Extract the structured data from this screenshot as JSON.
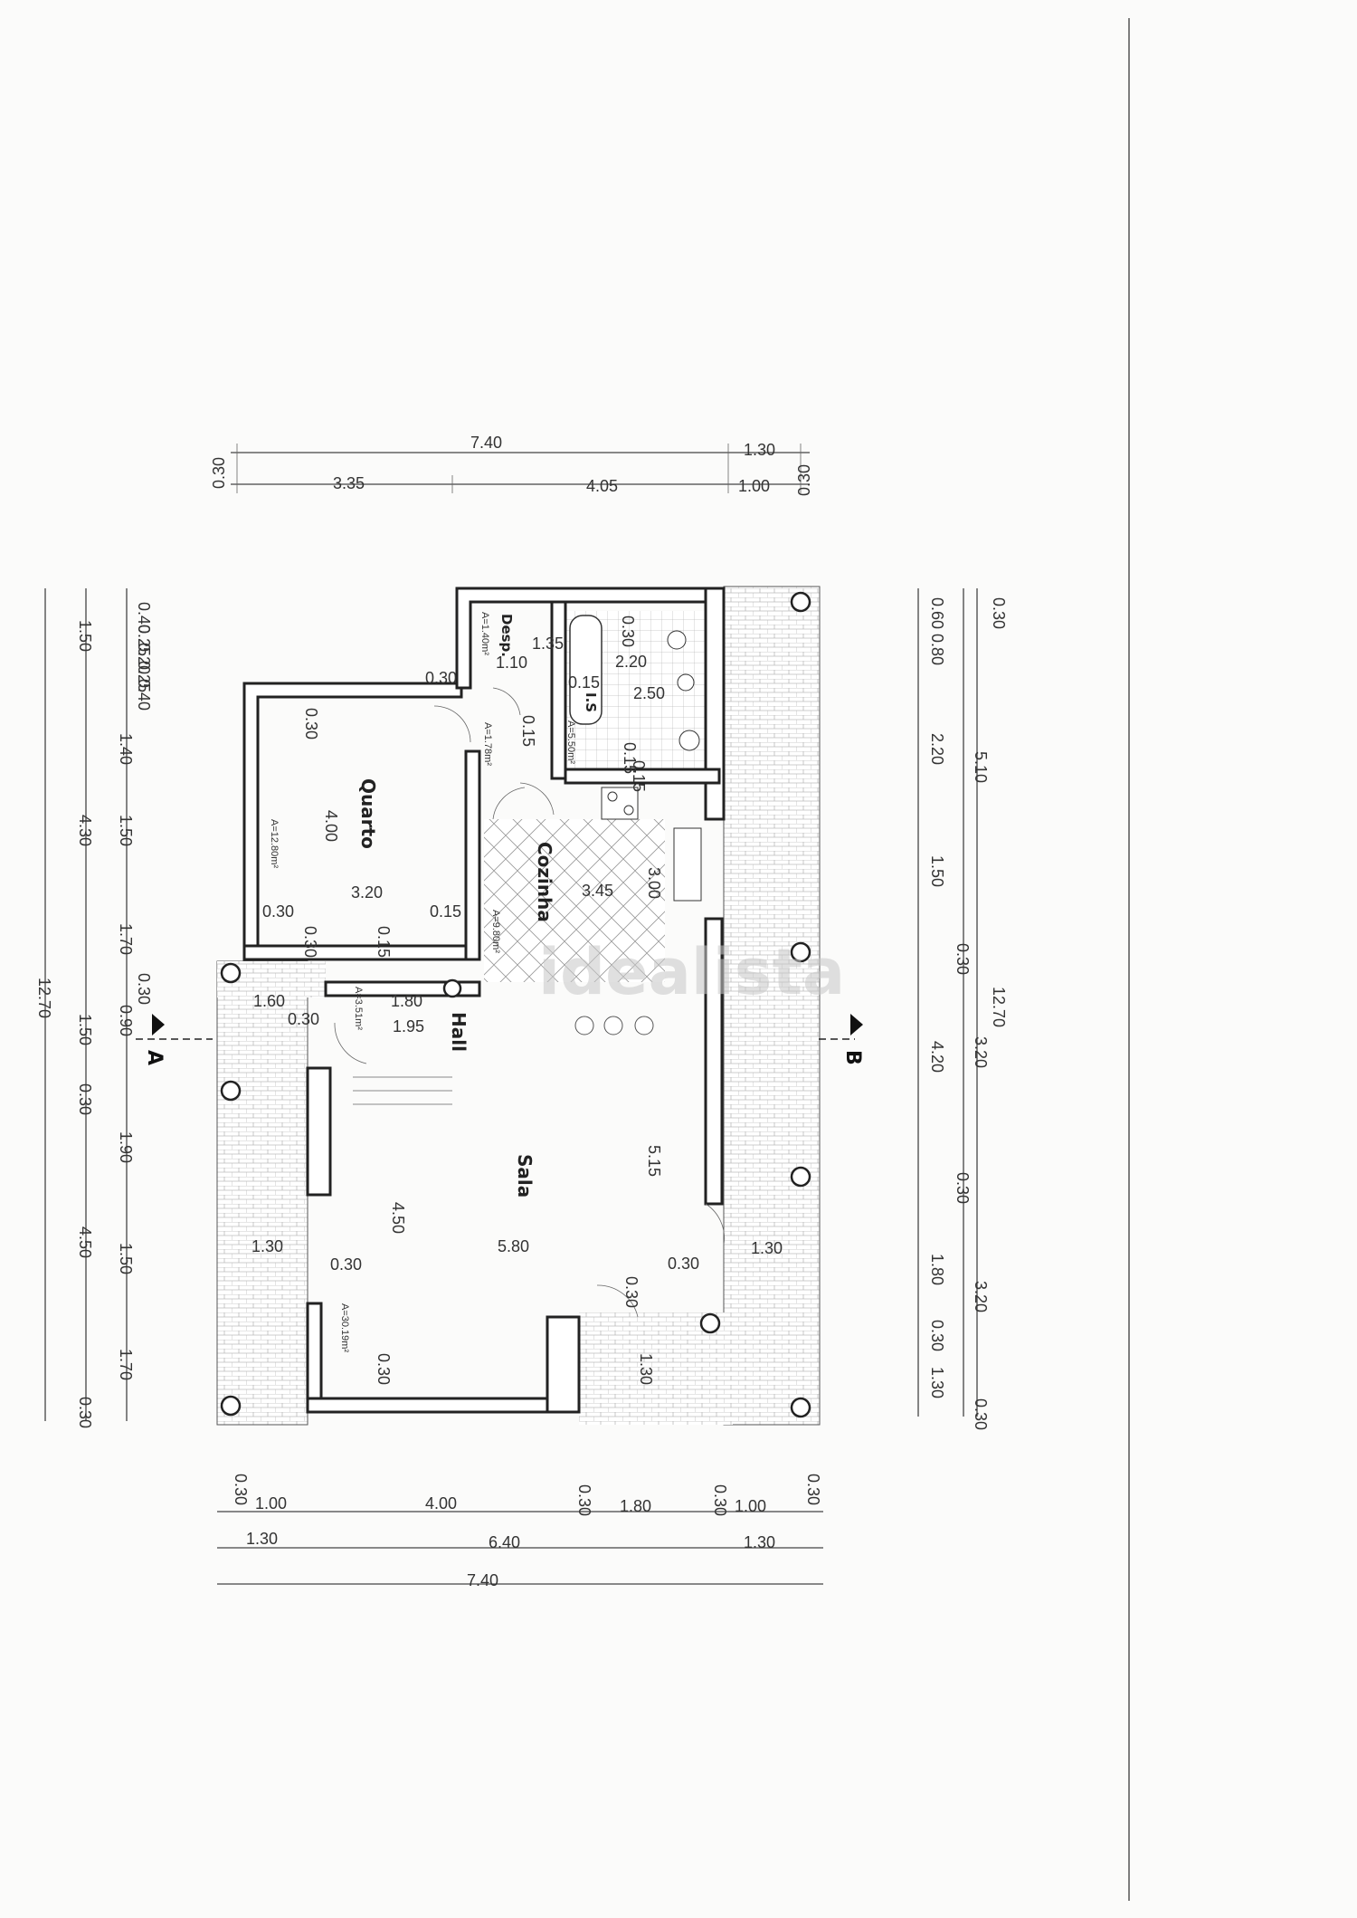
{
  "rooms": {
    "quarto": "Quarto",
    "cozinha": "Cozinha",
    "sala": "Sala",
    "hall": "Hall",
    "desp": "Desp.",
    "is": "I.S"
  },
  "areas": {
    "quarto": "A=12.80m²",
    "desp": "A=1.40m²",
    "corridor": "A=1.78m²",
    "is": "A=5.50m²",
    "cozinha": "A=9.80m²",
    "hall": "A=3.51m²",
    "sala": "A=30.19m²"
  },
  "watermark": "idealista",
  "sections": {
    "a": "A",
    "b": "B"
  },
  "dims": {
    "top_total": "7.40",
    "top_right": "1.30",
    "top_left_wall": "0.30",
    "top_right_wall": "0.30",
    "top_a": "3.35",
    "top_b": "4.05",
    "top_c": "1.00",
    "bot_1": "0.30",
    "bot_2": "1.00",
    "bot_3": "4.00",
    "bot_4": "0.30",
    "bot_5": "1.80",
    "bot_6": "0.30",
    "bot_7": "1.00",
    "bot_8": "0.30",
    "bot_r2_1": "1.30",
    "bot_r2_2": "6.40",
    "bot_r2_3": "1.30",
    "bot_total": "7.40",
    "l_150": "1.50",
    "l_430": "4.30",
    "l_1270": "12.70",
    "l_450": "4.50",
    "l2_040a": "0.40",
    "l2_025a": "0.25",
    "l2_020": "0.20",
    "l2_025b": "0.25",
    "l2_040b": "0.40",
    "l2_140": "1.40",
    "l2_150a": "1.50",
    "l2_170a": "1.70",
    "l2_030a": "0.30",
    "l2_150b": "1.50",
    "l2_090": "0.90",
    "l2_030b": "0.30",
    "l2_190": "1.90",
    "l2_150c": "1.50",
    "l2_170b": "1.70",
    "l2_030c": "0.30",
    "r_030": "0.30",
    "r_060": "0.60",
    "r_080": "0.80",
    "r_220": "2.20",
    "r_510": "5.10",
    "r_150": "1.50",
    "r_030b": "0.30",
    "r_1270": "12.70",
    "r_420": "4.20",
    "r_320a": "3.20",
    "r_030c": "0.30",
    "r_180": "1.80",
    "r_320b": "3.20",
    "r_030d": "0.30",
    "r_130": "1.30",
    "r_030e": "0.30",
    "in_030_quarto_top": "0.30",
    "in_030_corr": "0.30",
    "in_400": "4.00",
    "in_320": "3.20",
    "in_030_q1": "0.30",
    "in_030_q2": "0.30",
    "in_015_q": "0.15",
    "in_015_q2": "0.15",
    "in_135": "1.35",
    "in_110": "1.10",
    "in_015_d": "0.15",
    "in_015_c": "0.15",
    "in_030_is": "0.30",
    "in_220": "2.20",
    "in_250": "2.50",
    "in_015_is": "0.15",
    "in_015_is2": "0.15",
    "in_345": "3.45",
    "in_300": "3.00",
    "in_160": "1.60",
    "in_030_h": "0.30",
    "in_180": "1.80",
    "in_195": "1.95",
    "in_450": "4.50",
    "in_580": "5.80",
    "in_515": "5.15",
    "in_130_l": "1.30",
    "in_030_s": "0.30",
    "in_030_sb": "0.30",
    "in_030_r": "0.30",
    "in_030_d": "0.30",
    "in_130_d": "1.30",
    "in_130_r": "1.30"
  }
}
